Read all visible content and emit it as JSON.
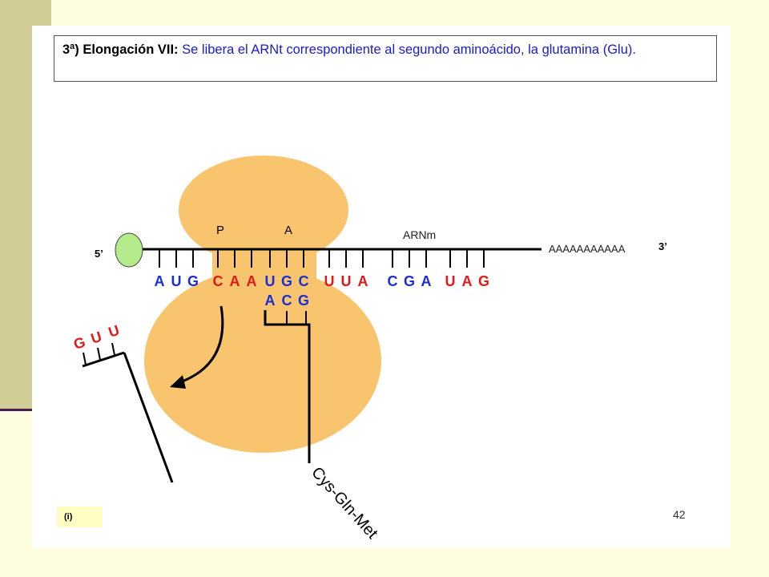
{
  "slide": {
    "title_bold": "3ª) Elongación VII:",
    "title_text": " Se libera el ARNt correspondiente al segundo aminoácido, la glutamina (Glu).",
    "footnote": "(i)",
    "page_number": "42"
  },
  "diagram": {
    "label_p": "P",
    "label_a": "A",
    "label_mrna": "ARNm",
    "label_5": "5’",
    "label_3": "3’",
    "poly_a": "AAAAAAAAAAA",
    "mrna_codons": [
      {
        "letters": [
          "A",
          "U",
          "G"
        ],
        "color": "#1a2ed8"
      },
      {
        "letters": [
          "C",
          "A",
          "A"
        ],
        "color": "#e01818"
      },
      {
        "letters": [
          "U",
          "G",
          "C"
        ],
        "color": "#1a2ed8"
      },
      {
        "letters": [
          "U",
          "U",
          "A"
        ],
        "color": "#e01818"
      },
      {
        "letters": [
          "C",
          "G",
          "A"
        ],
        "color": "#1a2ed8"
      },
      {
        "letters": [
          "U",
          "A",
          "G"
        ],
        "color": "#e01818"
      }
    ],
    "anticodon_a_site": {
      "letters": [
        "A",
        "C",
        "G"
      ],
      "color": "#1a2ed8"
    },
    "released_trna_anticodon": {
      "letters": [
        "G",
        "U",
        "U"
      ],
      "color": "#e01818"
    },
    "peptide_chain": "Cys-Gln-Met",
    "colors": {
      "ribosome": "#f9c46e",
      "cap": "#b4ec8c",
      "blue": "#1a2ed8",
      "red": "#e01818"
    }
  }
}
